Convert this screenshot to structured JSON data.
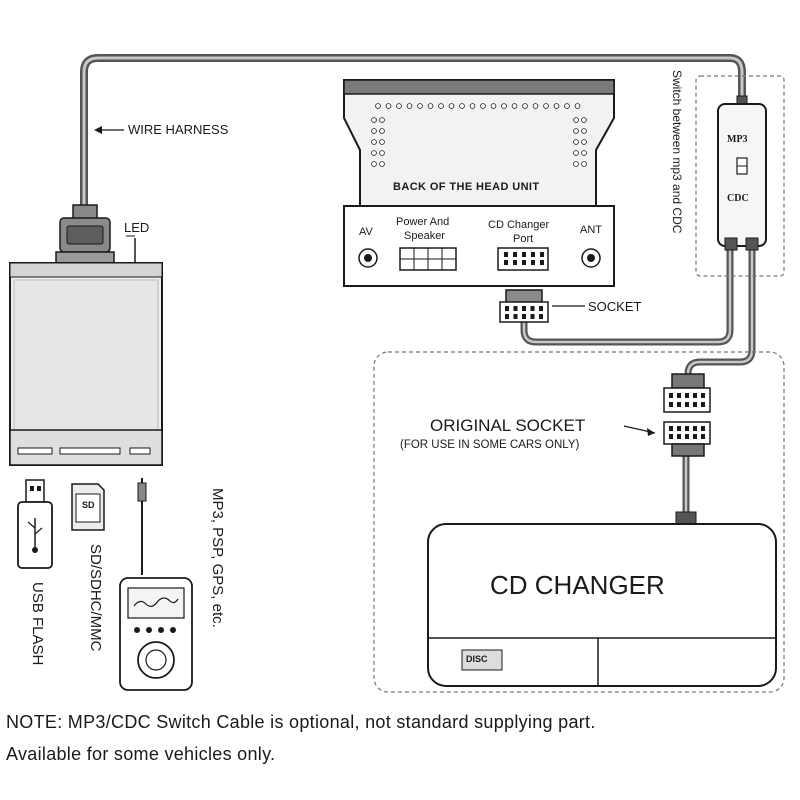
{
  "labels": {
    "wire_harness": "WIRE HARNESS",
    "led": "LED",
    "back_of_head_unit": "BACK OF THE HEAD UNIT",
    "av": "AV",
    "power_and_speaker_line1": "Power And",
    "power_and_speaker_line2": "Speaker",
    "cd_changer_port_line1": "CD Changer",
    "cd_changer_port_line2": "Port",
    "ant": "ANT",
    "socket": "SOCKET",
    "switch_mp3": "MP3",
    "switch_cdc": "CDC",
    "switch_note": "Switch between mp3 and CDC",
    "original_socket": "ORIGINAL SOCKET",
    "original_socket_note": "(FOR USE IN SOME CARS ONLY)",
    "cd_changer": "CD CHANGER",
    "usb_flash": "USB FLASH",
    "sd_sdhc_mmc": "SD/SDHC/MMC",
    "players": "MP3, PSP, GPS, etc.",
    "sd_card_text": "SD",
    "disc_text": "DISC"
  },
  "note": {
    "line1": "NOTE: MP3/CDC Switch Cable is optional, not standard supplying part.",
    "line2": "Available for some vehicles only."
  },
  "colors": {
    "line": "#1a1a1a",
    "cable": "#555555",
    "cable_inner": "#bdbdbd",
    "panel_fill": "#ececec",
    "device_fill": "#dcdcdc"
  },
  "icons": [
    "usb-icon",
    "led-indicator"
  ]
}
